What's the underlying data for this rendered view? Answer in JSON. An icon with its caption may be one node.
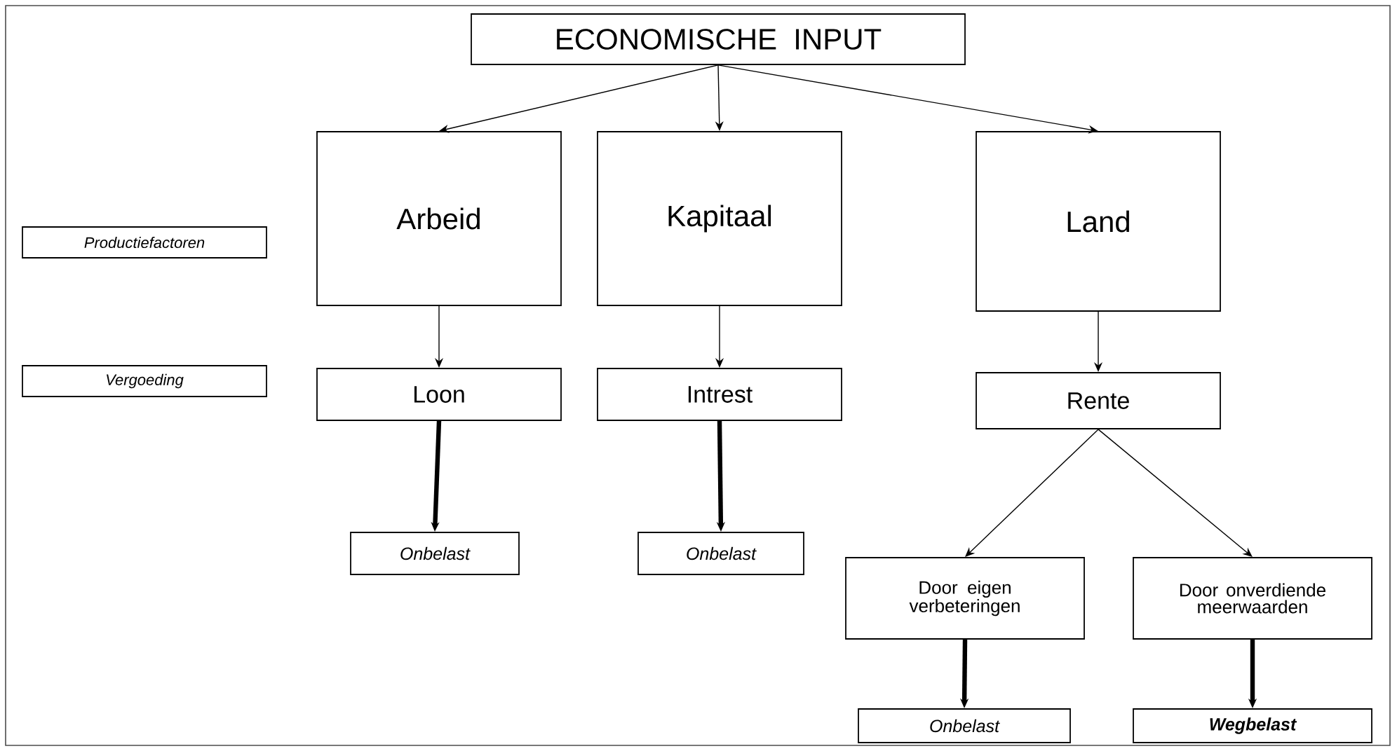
{
  "diagram": {
    "nodes": [
      {
        "text": [
          "ECONOMISCHE INPUT"
        ]
      },
      {
        "text": [
          "Productiefactoren"
        ]
      },
      {
        "text": [
          "Arbeid"
        ]
      },
      {
        "text": [
          "Kapitaal"
        ]
      },
      {
        "text": [
          "Land"
        ]
      },
      {
        "text": [
          "Vergoeding"
        ]
      },
      {
        "text": [
          "Loon"
        ]
      },
      {
        "text": [
          "Intrest"
        ]
      },
      {
        "text": [
          "Rente"
        ]
      },
      {
        "text": [
          "Onbelast"
        ]
      },
      {
        "text": [
          "Onbelast"
        ]
      },
      {
        "text": [
          "Door eigen verbeteringen"
        ]
      },
      {
        "text": [
          "Door onverdiende meerwaarden"
        ]
      },
      {
        "text": [
          "Onbelast"
        ]
      },
      {
        "text": [
          "Wegbelast"
        ]
      }
    ],
    "edges": [
      {
        "from": 0,
        "to": 2,
        "arrow": "to"
      },
      {
        "from": 0,
        "to": 3,
        "arrow": "to"
      },
      {
        "from": 0,
        "to": 4,
        "arrow": "to"
      },
      {
        "from": 2,
        "to": 6,
        "arrow": "to"
      },
      {
        "from": 3,
        "to": 7,
        "arrow": "to"
      },
      {
        "from": 4,
        "to": 8,
        "arrow": "to"
      },
      {
        "from": 6,
        "to": 9,
        "arrow": "to",
        "style": "thick"
      },
      {
        "from": 7,
        "to": 10,
        "arrow": "to",
        "style": "thick"
      },
      {
        "from": 8,
        "to": 11,
        "arrow": "to"
      },
      {
        "from": 8,
        "to": 12,
        "arrow": "to"
      },
      {
        "from": 11,
        "to": 13,
        "arrow": "to",
        "style": "thick"
      },
      {
        "from": 12,
        "to": 14,
        "arrow": "to",
        "style": "thick"
      }
    ]
  }
}
